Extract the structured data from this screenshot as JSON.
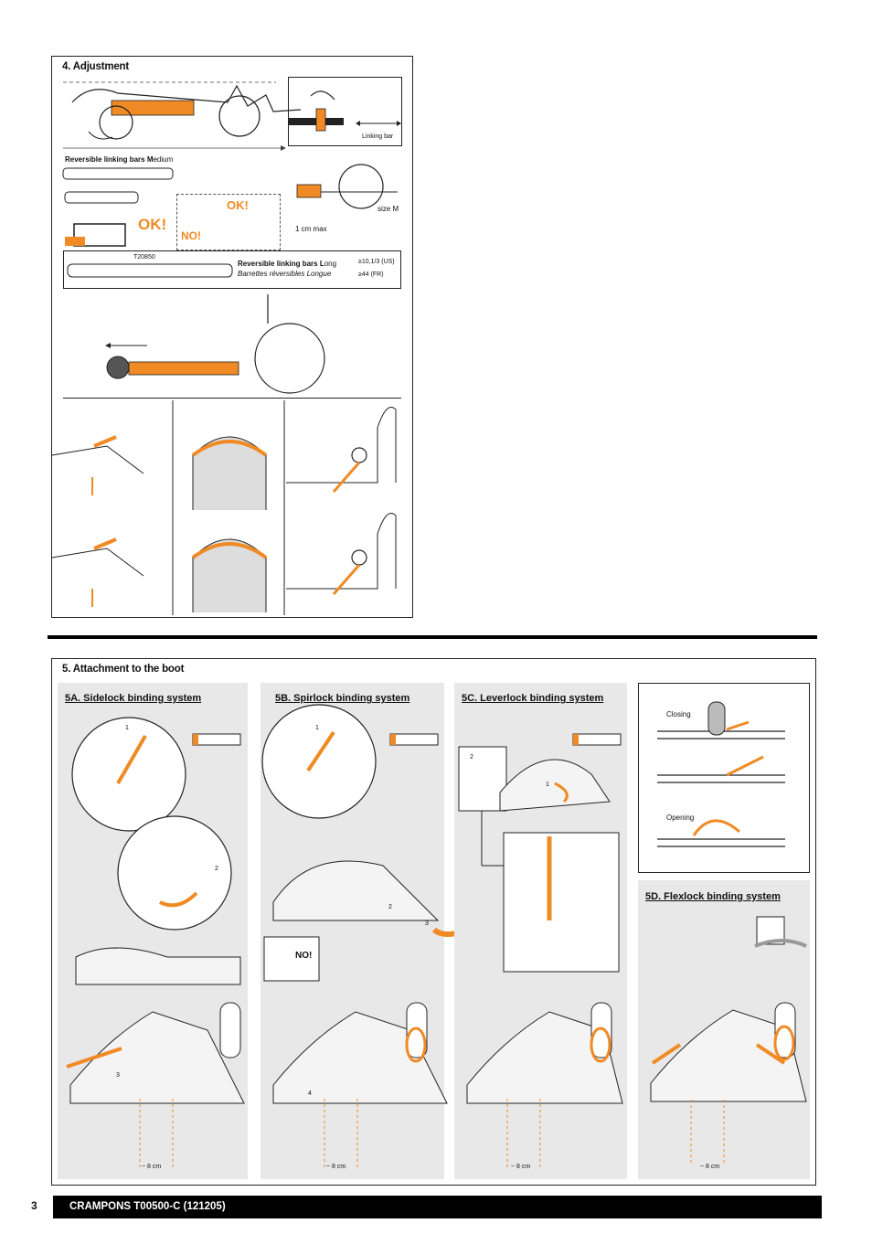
{
  "section4": {
    "title": "4. Adjustment",
    "linking_bar_label": "Linking bar",
    "medium_bars_title_bold": "Reversible linking bars M",
    "medium_bars_title_rest": "edium",
    "ok_label": "OK!",
    "ok_label_2": "OK!",
    "no_label": "NO!",
    "size_label": "size M",
    "max_label": "1 cm max",
    "ref_code": "T20850",
    "long_bars_title_bold": "Reversible linking bars L",
    "long_bars_title_rest": "ong",
    "long_bars_subtitle": "Barrettes réversibles Longue",
    "size_us": "≥10,1/3 (US)",
    "size_fr": "≥44 (FR)"
  },
  "section5": {
    "title": "5. Attachment to the boot",
    "sub_a": "5A. Sidelock binding system",
    "sub_b": "5B. Spirlock binding system",
    "sub_c": "5C. Leverlock binding system",
    "sub_d": "5D. Flexlock binding system",
    "closing_label": "Closing",
    "opening_label": "Opening",
    "no_label": "NO!",
    "distance_label": "~ 8 cm",
    "step_1": "1",
    "step_2": "2",
    "step_3": "3",
    "step_4": "4"
  },
  "footer": {
    "page_number": "3",
    "doc_title": "CRAMPONS T00500-C (121205)"
  },
  "colors": {
    "accent": "#f08a24",
    "panel_gray": "#e8e8e8",
    "ink": "#111111"
  }
}
